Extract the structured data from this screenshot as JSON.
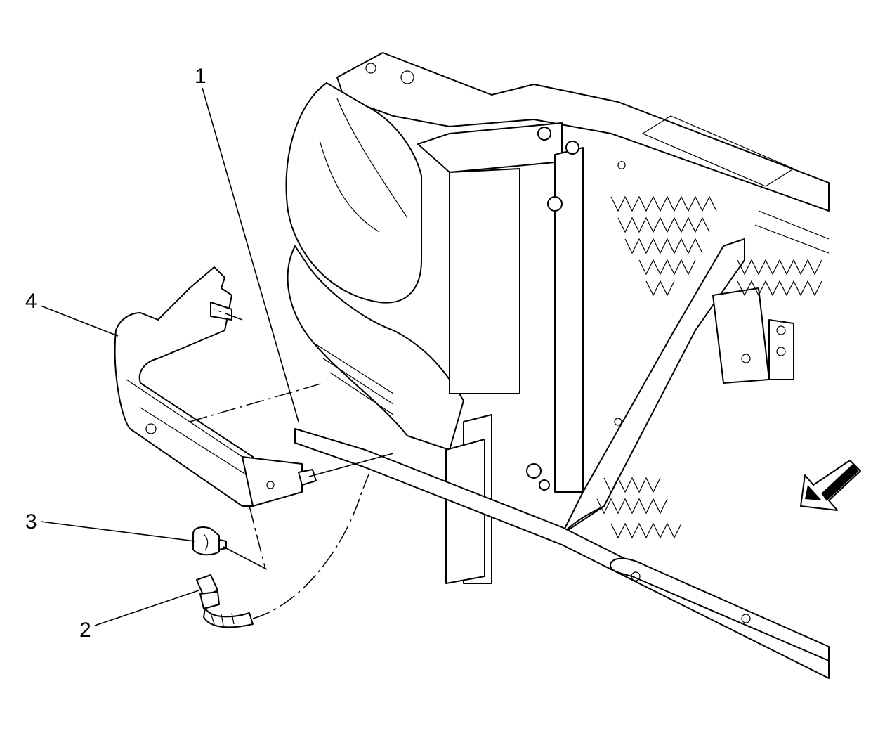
{
  "callouts": [
    {
      "id": "1",
      "label": "1"
    },
    {
      "id": "2",
      "label": "2"
    },
    {
      "id": "3",
      "label": "3"
    },
    {
      "id": "4",
      "label": "4"
    }
  ],
  "icons": {
    "direction_arrow": "front-direction-arrow-icon"
  },
  "colors": {
    "line": "#000000",
    "background": "#ffffff"
  }
}
